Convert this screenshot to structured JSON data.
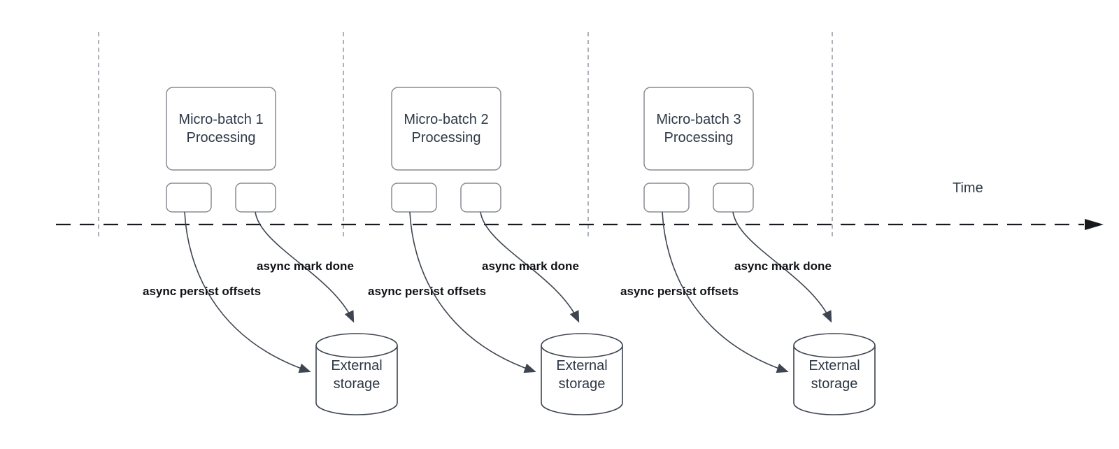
{
  "timeline": {
    "label": "Time"
  },
  "groups": [
    {
      "processing_label": "Micro-batch 1\nProcessing",
      "persist_label": "async persist offsets",
      "mark_done_label": "async mark done",
      "storage_label": "External\nstorage"
    },
    {
      "processing_label": "Micro-batch 2\nProcessing",
      "persist_label": "async persist offsets",
      "mark_done_label": "async mark done",
      "storage_label": "External\nstorage"
    },
    {
      "processing_label": "Micro-batch 3\nProcessing",
      "persist_label": "async persist offsets",
      "mark_done_label": "async mark done",
      "storage_label": "External\nstorage"
    }
  ],
  "colors": {
    "background": "#ffffff",
    "guide_line": "#aeb2b8",
    "timeline_line": "#16191d",
    "box_border": "#878c94",
    "shape_stroke": "#3e4450",
    "box_text": "#2e3947",
    "label_text": "#0f1115"
  }
}
